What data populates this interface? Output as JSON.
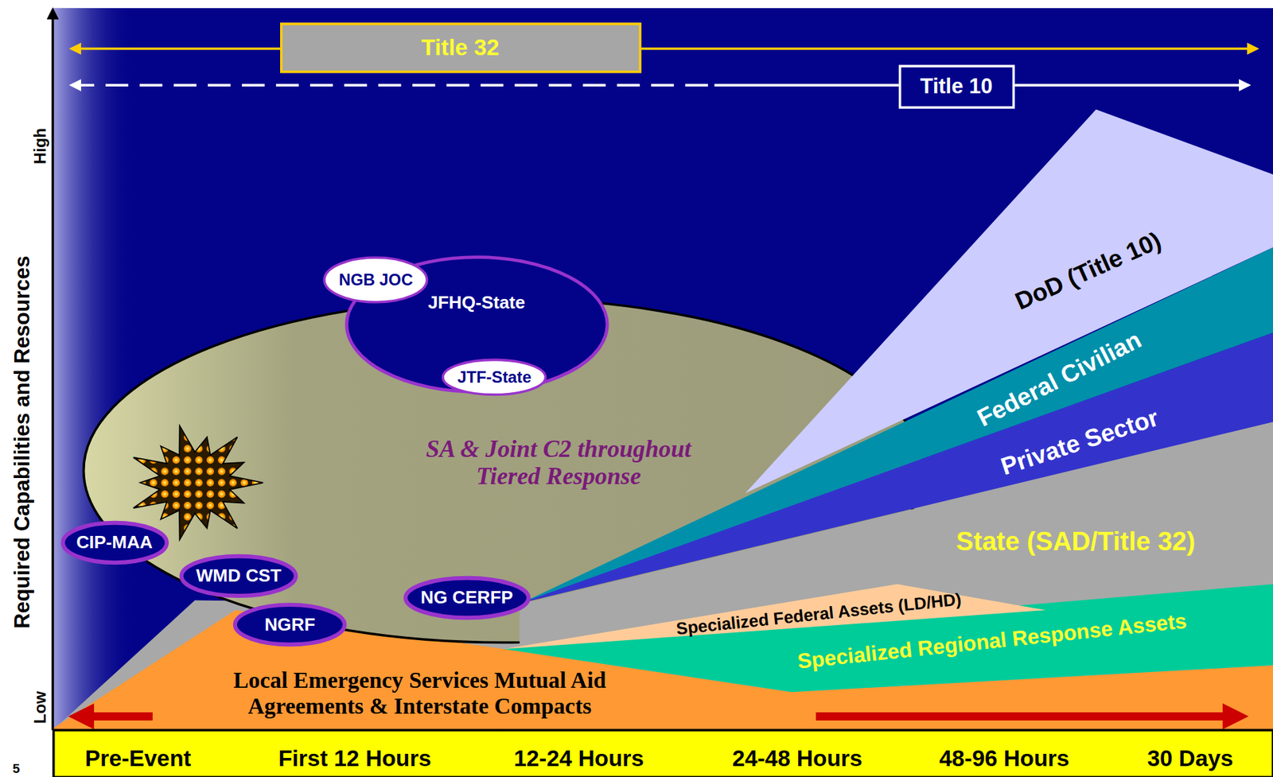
{
  "diagram": {
    "nodes": [
      {
        "text": [
          "Title 32"
        ]
      },
      {
        "text": [
          "Title 10"
        ]
      },
      {
        "text": [
          "SA & Joint C2 throughout Tiered Response"
        ]
      },
      {
        "text": [
          "JFHQ-State"
        ]
      },
      {
        "text": [
          "NGB JOC"
        ],
        "in": 3
      },
      {
        "text": [
          "JTF-State"
        ],
        "in": 3
      },
      {
        "text": [
          "CIP-MAA"
        ]
      },
      {
        "text": [
          "WMD CST"
        ]
      },
      {
        "text": [
          "NGRF"
        ]
      },
      {
        "text": [
          "NG CERFP"
        ]
      },
      {
        "text": [
          "DoD (Title 10)"
        ]
      },
      {
        "text": [
          "Federal Civilian"
        ]
      },
      {
        "text": [
          "Private Sector"
        ]
      },
      {
        "text": [
          "State (SAD/Title 32)"
        ]
      },
      {
        "text": [
          "Specialized Federal Assets (LD/HD)"
        ]
      },
      {
        "text": [
          "Specialized Regional Response Assets"
        ]
      },
      {
        "text": [
          "Local Emergency Services Mutual Aid Agreements & Interstate Compacts"
        ]
      }
    ],
    "edges": [],
    "labels": [
      "Required Capabilities and Resources",
      "High",
      "Low",
      "5",
      "Pre-Event",
      "First 12 Hours",
      "12-24 Hours",
      "24-48 Hours",
      "48-96 Hours",
      "30 Days"
    ]
  }
}
